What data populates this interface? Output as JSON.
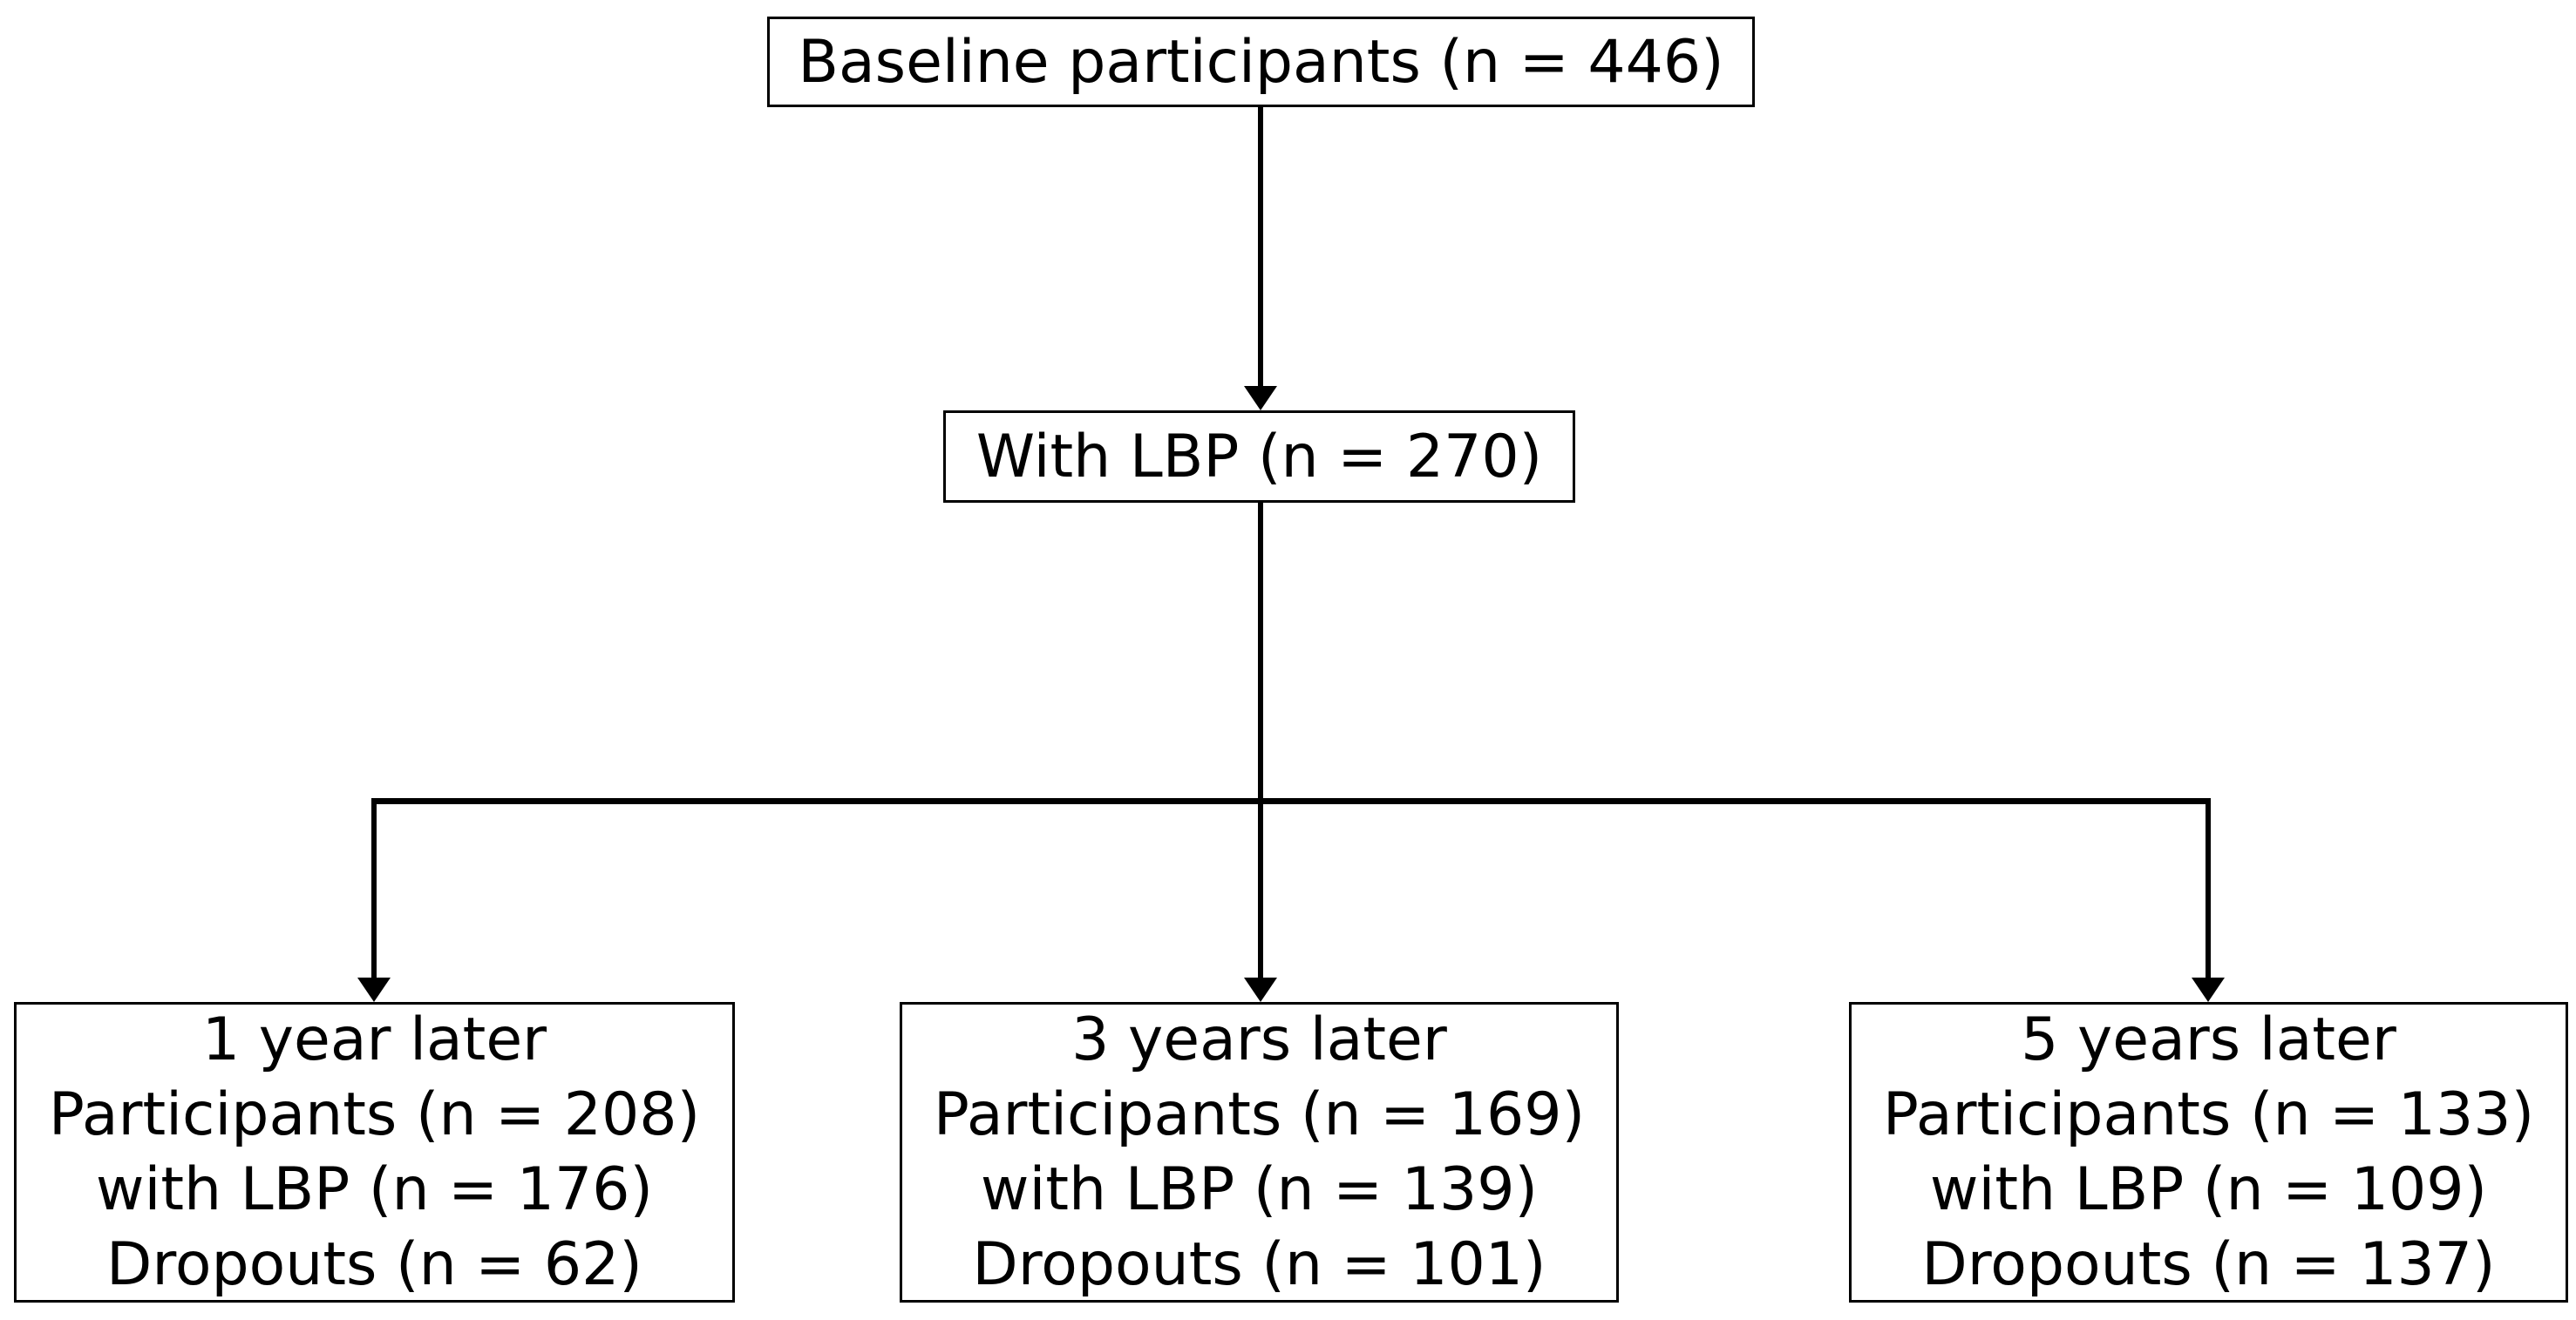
{
  "colors": {
    "background": "#ffffff",
    "box_border": "#000000",
    "text": "#000000",
    "connector": "#000000"
  },
  "nodes": {
    "baseline": {
      "label": "Baseline participants (n = 446)"
    },
    "with_lbp": {
      "label": "With LBP (n = 270)"
    },
    "followups": [
      {
        "id": "1-year-later",
        "lines": [
          "1 year later",
          "Participants (n = 208)",
          "with LBP (n = 176)",
          "Dropouts (n = 62)"
        ]
      },
      {
        "id": "3-years-later",
        "lines": [
          "3 years later",
          "Participants (n = 169)",
          "with LBP (n = 139)",
          "Dropouts (n = 101)"
        ]
      },
      {
        "id": "5-years-later",
        "lines": [
          "5 years later",
          "Participants (n = 133)",
          "with LBP (n = 109)",
          "Dropouts (n = 137)"
        ]
      }
    ]
  }
}
